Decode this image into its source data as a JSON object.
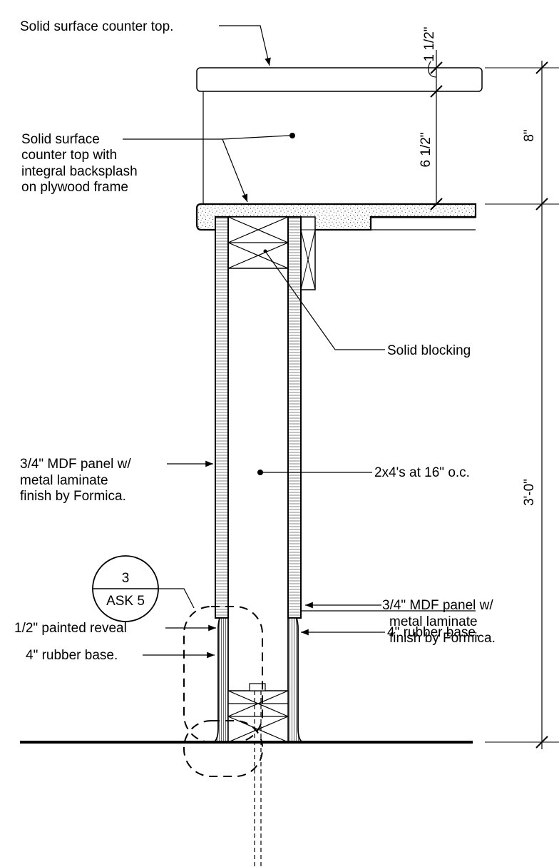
{
  "labels": {
    "countertop": "Solid surface counter top.",
    "backsplash_1": "Solid surface",
    "backsplash_2": "counter top with",
    "backsplash_3": "integral backsplash",
    "backsplash_4": "on plywood frame",
    "blocking": "Solid blocking",
    "panel_left_1": "3/4\" MDF panel w/",
    "panel_left_2": "metal laminate",
    "panel_left_3": "finish by Formica.",
    "studs": "2x4's at 16\" o.c.",
    "panel_right_1": "3/4\" MDF panel w/",
    "panel_right_2": "metal laminate",
    "panel_right_3": "finish by Formica.",
    "reveal": "1/2\" painted reveal",
    "base_left": "4\" rubber base.",
    "base_right": "4\" rubber base."
  },
  "dimensions": {
    "top": "1 1/2\"",
    "backsplash": "6 1/2\"",
    "overall_upper": "8\"",
    "overall_height": "3'-0\""
  },
  "detail_callout": {
    "number": "3",
    "sheet": "ASK 5"
  }
}
